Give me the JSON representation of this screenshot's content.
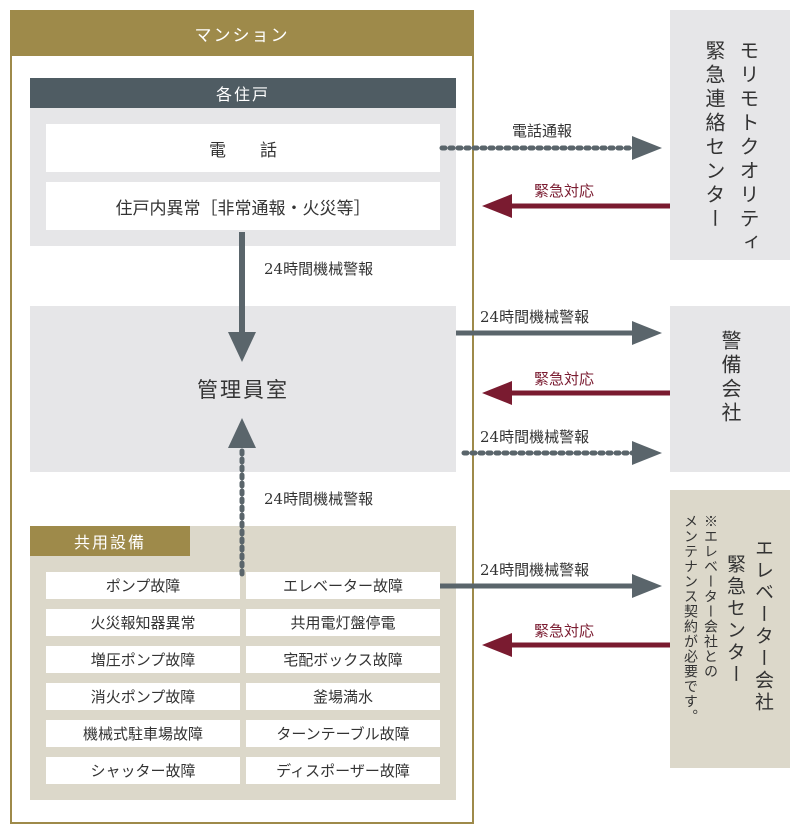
{
  "mansion": {
    "title": "マンション"
  },
  "units": {
    "title": "各住戸",
    "phone": "電　　話",
    "alarm": "住戸内異常［非常通報・火災等］"
  },
  "office": {
    "title": "管理員室"
  },
  "common": {
    "title": "共用設備",
    "faults": [
      "ポンプ故障",
      "エレベーター故障",
      "火災報知器異常",
      "共用電灯盤停電",
      "増圧ポンプ故障",
      "宅配ボックス故障",
      "消火ポンプ故障",
      "釜場満水",
      "機械式駐車場故障",
      "ターンテーブル故障",
      "シャッター故障",
      "ディスポーザー故障"
    ]
  },
  "external": {
    "morimoto": {
      "line1": "モリモトクオリティ",
      "line2": "緊急連絡センター"
    },
    "security": {
      "name": "警備会社"
    },
    "elevator": {
      "line1": "エレベーター会社",
      "line2": "緊急センター",
      "note1": "※エレベーター会社との",
      "note2": "メンテナンス契約が必要です。"
    }
  },
  "labels": {
    "phone_report": "電話通報",
    "emergency_response": "緊急対応",
    "alarm_24h": "24時間機械警報"
  },
  "colors": {
    "gold": "#9e8a4a",
    "slate": "#4f5c63",
    "arrow": "#5a656b",
    "response": "#7a1b30"
  }
}
